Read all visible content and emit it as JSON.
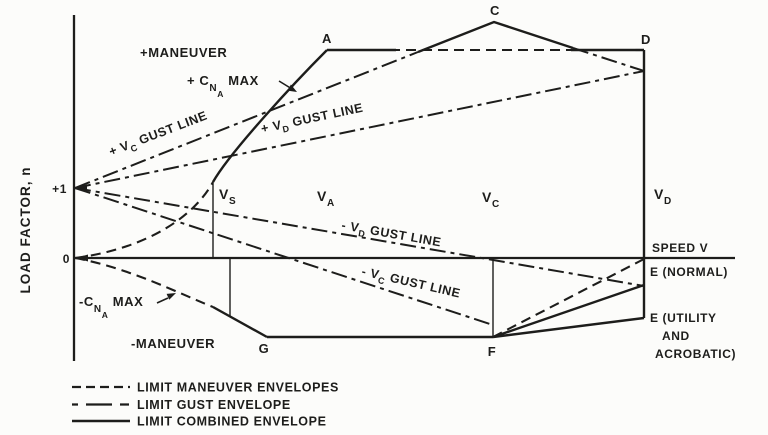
{
  "axis": {
    "y_label": "LOAD FACTOR, n",
    "x_label": "SPEED V",
    "tick_plus_one": "+1",
    "tick_zero": "0"
  },
  "envelope_labels": {
    "plus_maneuver": "+MANEUVER",
    "minus_maneuver": "-MANEUVER",
    "plus_cna": {
      "main": "+ C",
      "sub_n": "N",
      "sub_a": "A",
      "max": " MAX"
    },
    "minus_cna": {
      "main": "-C",
      "sub_n": "N",
      "sub_a": "A",
      "max": " MAX"
    },
    "gust_vc_pos": {
      "main": "+ V",
      "sub": "C",
      "rest": " GUST LINE"
    },
    "gust_vd_pos": {
      "main": "+ V",
      "sub": "D",
      "rest": " GUST LINE"
    },
    "gust_vd_neg": {
      "main": "- V",
      "sub": "D",
      "rest": " GUST LINE"
    },
    "gust_vc_neg": {
      "main": "- V",
      "sub": "C",
      "rest": " GUST LINE"
    }
  },
  "points": {
    "a": "A",
    "c": "C",
    "d": "D",
    "f": "F",
    "g": "G",
    "e_normal": "E (NORMAL)",
    "e_utility_line1": "E (UTILITY",
    "e_utility_line2": "AND",
    "e_utility_line3": "ACROBATIC)"
  },
  "speed_regions": {
    "vs": {
      "main": "V",
      "sub": "S"
    },
    "va": {
      "main": "V",
      "sub": "A"
    },
    "vc": {
      "main": "V",
      "sub": "C"
    },
    "vd": {
      "main": "V",
      "sub": "D"
    }
  },
  "legend": {
    "items": [
      {
        "style": "dashed",
        "label": "LIMIT MANEUVER ENVELOPES"
      },
      {
        "style": "dash-dot",
        "label": "LIMIT GUST ENVELOPE"
      },
      {
        "style": "solid",
        "label": "LIMIT COMBINED ENVELOPE"
      }
    ]
  },
  "colors": {
    "ink": "#1d1d1b",
    "background": "#fcfcfa"
  }
}
